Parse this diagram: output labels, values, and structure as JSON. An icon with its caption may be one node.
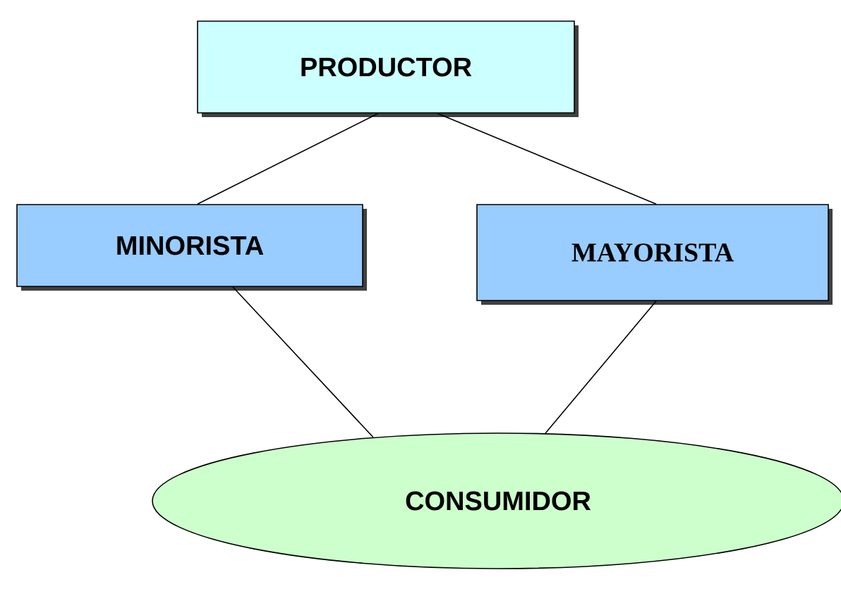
{
  "diagram": {
    "nodes": [
      {
        "text": [
          "PRODUCTOR"
        ]
      },
      {
        "text": [
          "MINORISTA"
        ]
      },
      {
        "text": [
          "MAYORISTA"
        ]
      },
      {
        "text": [
          "CONSUMIDOR"
        ]
      }
    ],
    "edges": [
      {
        "from": 0,
        "to": 1,
        "arrow": "none"
      },
      {
        "from": 0,
        "to": 2,
        "arrow": "none"
      },
      {
        "from": 1,
        "to": 3,
        "arrow": "none"
      },
      {
        "from": 2,
        "to": 3,
        "arrow": "none"
      }
    ]
  }
}
